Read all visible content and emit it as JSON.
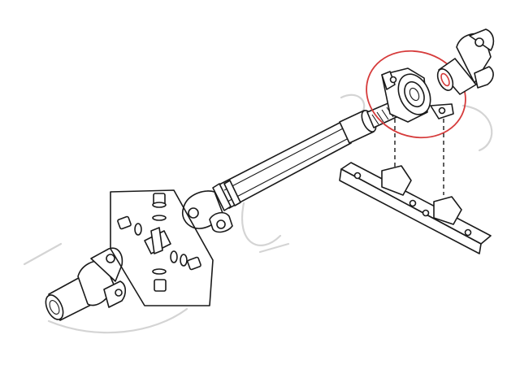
{
  "colors": {
    "line": "#1a1a1a",
    "background": "#ffffff",
    "highlight": "#d63b3b",
    "watermark": "#d4d4d4"
  },
  "highlight": {
    "target": "center-support-bearing"
  },
  "parts": [
    "propeller-shaft-tube",
    "yoke-flange-left",
    "slip-yoke-front",
    "universal-joint-kit",
    "center-support-bearing",
    "end-yoke-right",
    "crossmember-bracket"
  ]
}
